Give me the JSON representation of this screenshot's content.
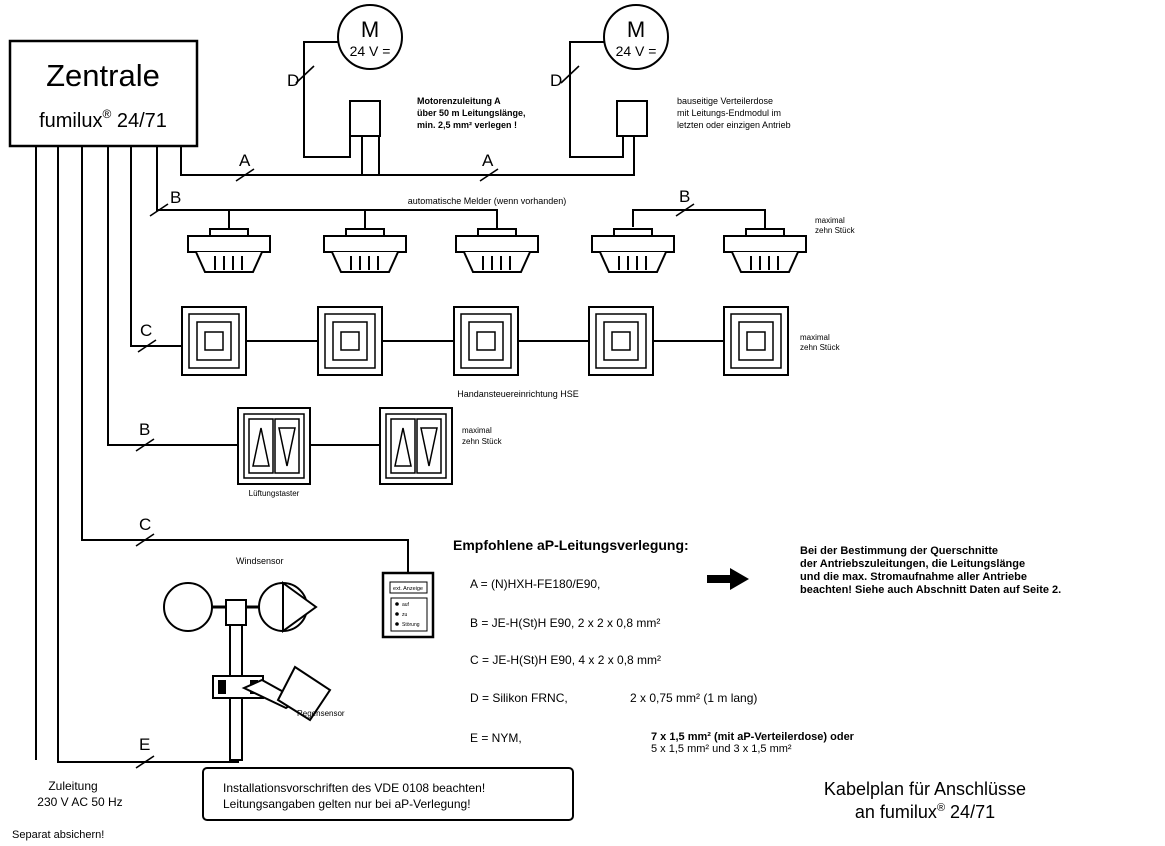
{
  "central": {
    "title": "Zentrale",
    "model_prefix": "fumilux",
    "model_reg": "®",
    "model_suffix": " 24/71"
  },
  "motors": {
    "m_letter": "M",
    "m_voltage": "24 V =",
    "motor_note": [
      "Motorenzuleitung A",
      "über 50 m Leitungslänge,",
      "min. 2,5 mm² verlegen !"
    ],
    "dose_note": [
      "bauseitige Verteilerdose",
      "mit Leitungs-Endmodul im",
      "letzten oder einzigen Antrieb"
    ]
  },
  "line_labels": {
    "a": "A",
    "b": "B",
    "c": "C",
    "d": "D",
    "e": "E"
  },
  "detectors": {
    "label": "automatische Melder (wenn vorhanden)",
    "max_note": [
      "maximal",
      "zehn Stück"
    ]
  },
  "hse": {
    "label": "Handansteuereinrichtung HSE",
    "max_note": [
      "maximal",
      "zehn Stück"
    ]
  },
  "vent": {
    "label": "Lüftungstaster",
    "max_note": [
      "maximal",
      "zehn Stück"
    ]
  },
  "wind": {
    "label": "Windsensor",
    "rain_label": "Regensensor",
    "panel_title": "ext. Anzeige",
    "panel_rows": [
      "auf",
      "zu",
      "Störung"
    ]
  },
  "recommend": {
    "title": "Empfohlene aP-Leitungsverlegung:",
    "a": "A = (N)HXH-FE180/E90,",
    "b": "B = JE-H(St)H E90,   2 x 2 x 0,8 mm²",
    "c": "C = JE-H(St)H E90,   4 x 2 x 0,8 mm²",
    "d_left": "D = Silikon FRNC,",
    "d_right": "2 x 0,75 mm² (1 m lang)",
    "e_left": "E = NYM,",
    "e_right1": "7 x 1,5 mm² (mit aP-Verteilerdose) oder",
    "e_right2": "5 x 1,5 mm² und 3 x 1,5 mm²"
  },
  "note": [
    "Bei der Bestimmung der Querschnitte",
    "der Antriebszuleitungen, die Leitungslänge",
    "und die max. Stromaufnahme aller Antriebe",
    "beachten! Siehe auch Abschnitt Daten auf Seite 2."
  ],
  "supply": {
    "line1": "Zuleitung",
    "line2": "230 V AC 50 Hz",
    "fuse": "Separat absichern!"
  },
  "install_box": [
    "Installationsvorschriften des VDE 0108 beachten!",
    "Leitungsangaben gelten nur bei aP-Verlegung!"
  ],
  "plan_title": [
    "Kabelplan für Anschlüsse",
    "an fumilux",
    "®",
    " 24/71"
  ]
}
